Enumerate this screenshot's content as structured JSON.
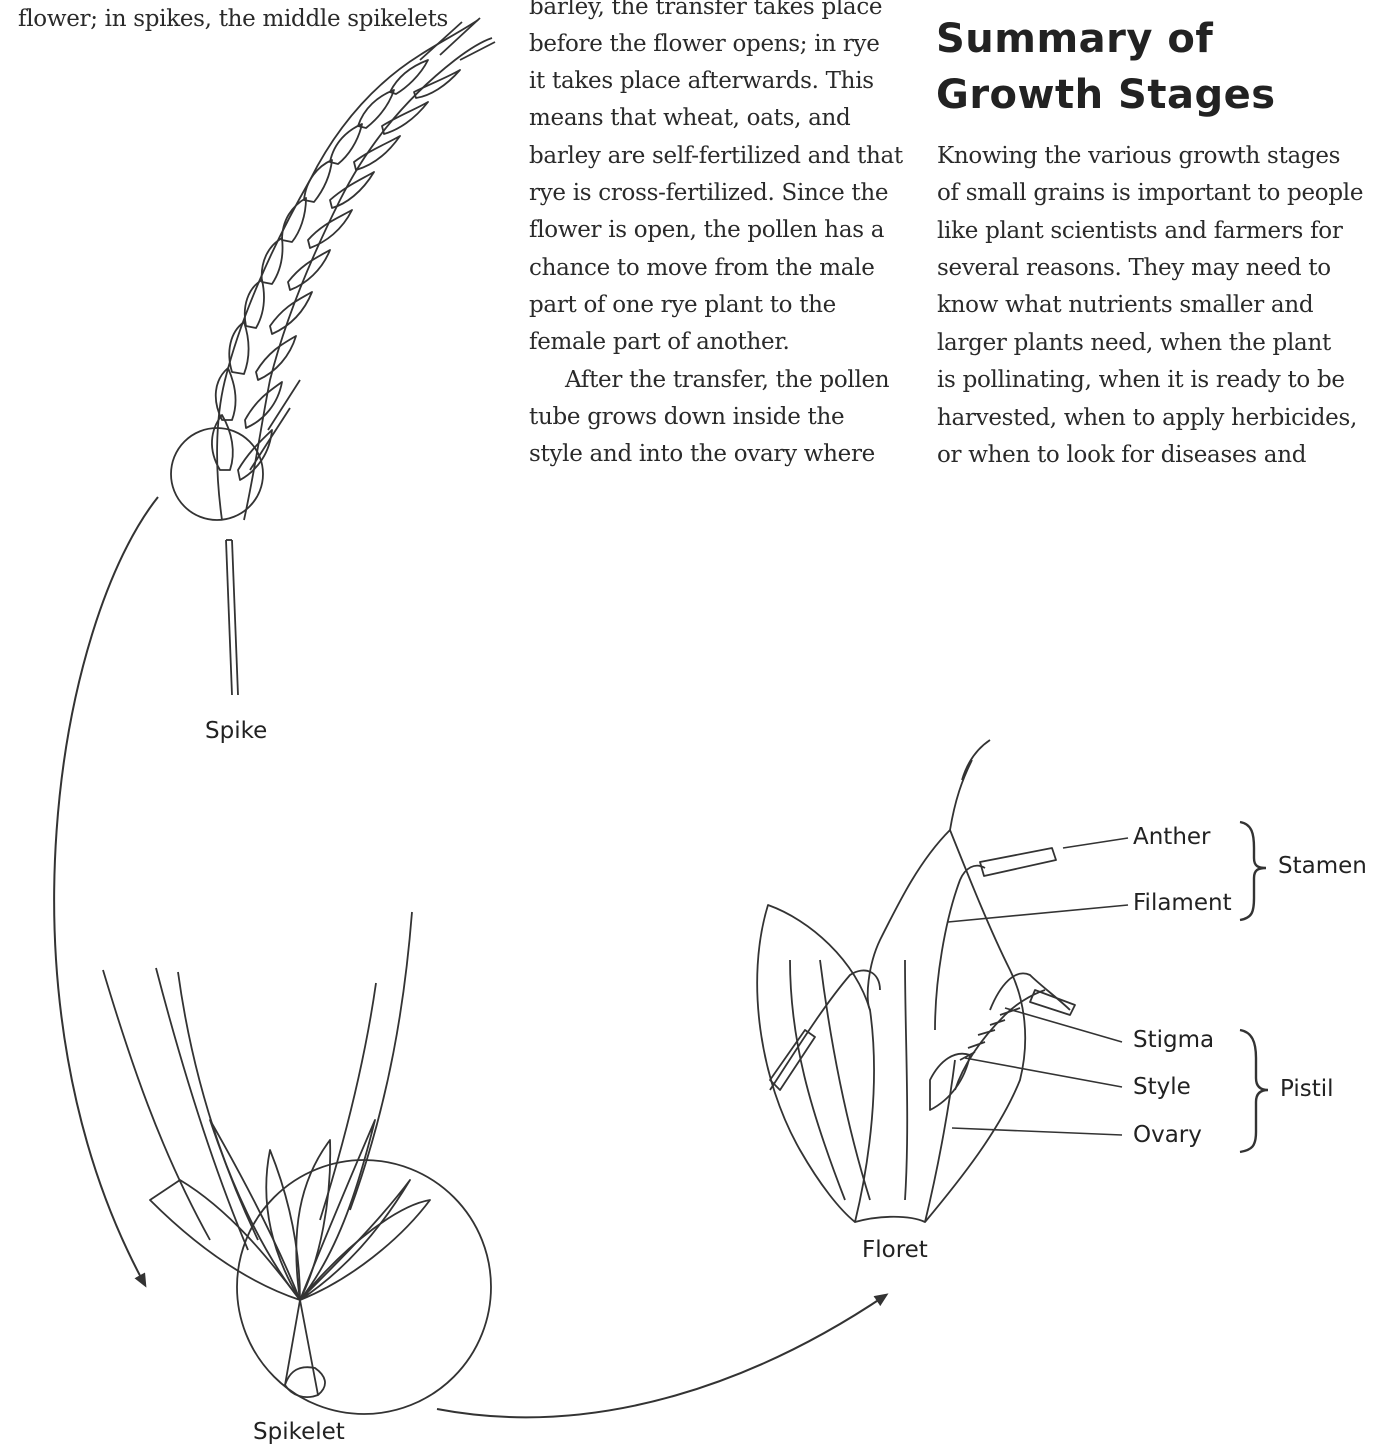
{
  "left_fragment": "flower; in spikes, the middle spikelets",
  "middle_column": [
    "barley, the transfer takes place",
    "before the flower opens; in rye",
    "it takes place afterwards. This",
    "means that wheat, oats, and",
    "barley are self-fertilized and that",
    "rye is cross-fertilized. Since the",
    "flower is open, the pollen has a",
    "chance to move from the male",
    "part of one rye plant to the",
    "female part of another.",
    "After the transfer, the pollen",
    "tube grows down inside the",
    "style and into the ovary where"
  ],
  "summary": {
    "heading_line1": "Summary of",
    "heading_line2": "Growth Stages",
    "lines": [
      "Knowing the various growth stages",
      "of small grains is important to people",
      "like plant scientists and farmers for",
      "several reasons. They may need to",
      "know what nutrients smaller and",
      "larger plants need, when the plant",
      "is pollinating, when it is ready to be",
      "harvested, when to apply herbicides,",
      "or when to look for diseases and"
    ]
  },
  "diagram": {
    "spike_label": "Spike",
    "spikelet_label": "Spikelet",
    "floret_label": "Floret",
    "parts": {
      "anther": "Anther",
      "filament": "Filament",
      "stamen": "Stamen",
      "stigma": "Stigma",
      "style": "Style",
      "ovary": "Ovary",
      "pistil": "Pistil"
    }
  }
}
